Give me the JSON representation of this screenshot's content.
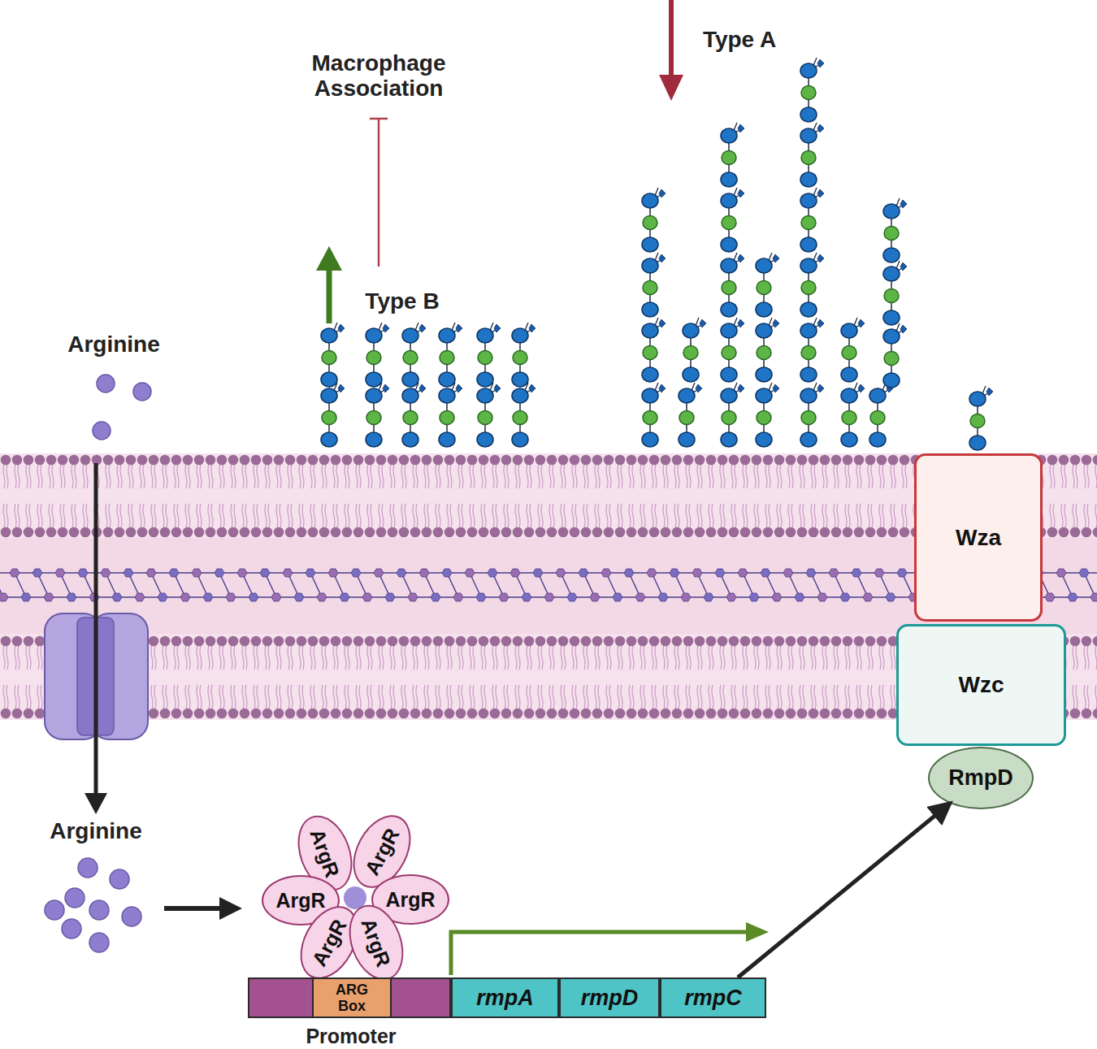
{
  "diagram": {
    "nodes": [
      {
        "text": [
          "Wza"
        ]
      },
      {
        "text": [
          "Wzc"
        ]
      },
      {
        "text": [
          "RmpD"
        ]
      },
      {
        "text": [
          "ArgR"
        ]
      },
      {
        "text": [
          "ArgR"
        ]
      },
      {
        "text": [
          "ArgR"
        ]
      },
      {
        "text": [
          "ArgR"
        ]
      },
      {
        "text": [
          "ArgR"
        ]
      },
      {
        "text": [
          "ArgR"
        ]
      },
      {
        "text": [
          "Promoter"
        ]
      },
      {
        "text": [
          "ARG Box"
        ],
        "in": 9
      },
      {
        "text": [
          "rmpA"
        ]
      },
      {
        "text": [
          "rmpD"
        ]
      },
      {
        "text": [
          "rmpC"
        ]
      }
    ],
    "edges": [
      {
        "from": 13,
        "to": 2,
        "arrow": "to"
      }
    ],
    "labels": [
      "Type A",
      "Macrophage Association",
      "Type B",
      "Arginine",
      "Arginine"
    ]
  }
}
